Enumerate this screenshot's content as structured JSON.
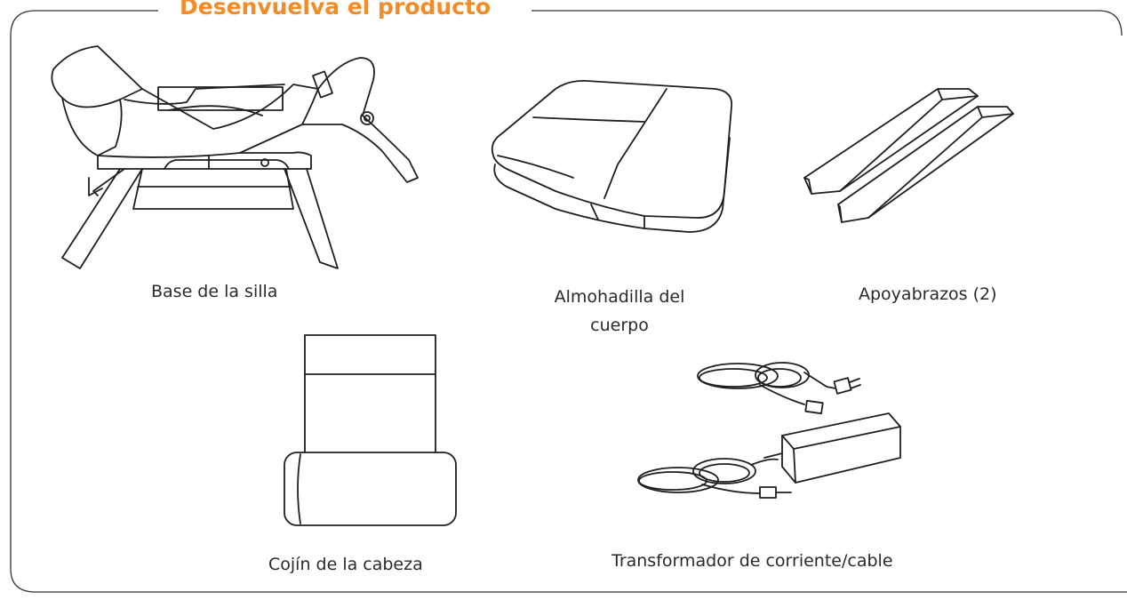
{
  "section": {
    "title": "Desenvuelva el producto",
    "accent_color": "#f28c28",
    "border_color": "#333333"
  },
  "items": [
    {
      "caption": "Base de la silla",
      "icon": "chair-base-icon"
    },
    {
      "caption": "Almohadilla del cuerpo",
      "icon": "body-pad-icon"
    },
    {
      "caption": "Apoyabrazos (2)",
      "icon": "armrests-icon"
    },
    {
      "caption": "Cojín de la cabeza",
      "icon": "head-cushion-icon"
    },
    {
      "caption": "Transformador de corriente/cable",
      "icon": "power-adapter-icon"
    }
  ]
}
